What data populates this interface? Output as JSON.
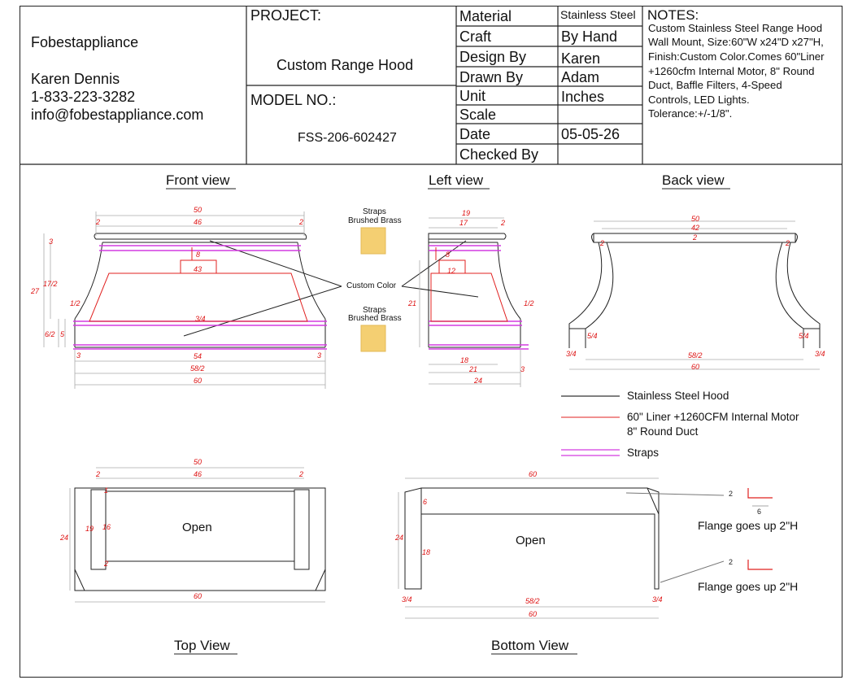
{
  "company": {
    "name": "Fobestappliance",
    "contact_name": "Karen Dennis",
    "phone": "1-833-223-3282",
    "email": "info@fobestappliance.com"
  },
  "project": {
    "label": "PROJECT:",
    "value": "Custom Range Hood",
    "model_label": "MODEL NO.:",
    "model_value": "FSS-206-602427"
  },
  "specs": [
    {
      "label": "Material",
      "value": "Stainless Steel"
    },
    {
      "label": "Craft",
      "value": "By Hand"
    },
    {
      "label": "Design By",
      "value": "Karen"
    },
    {
      "label": "Drawn By",
      "value": "Adam"
    },
    {
      "label": "Unit",
      "value": "Inches"
    },
    {
      "label": "Scale",
      "value": ""
    },
    {
      "label": "Date",
      "value": "05-05-26"
    },
    {
      "label": "Checked By",
      "value": ""
    }
  ],
  "notes": {
    "title": "NOTES:",
    "lines": [
      "Custom Stainless Steel  Range Hood",
      "Wall Mount, Size:60\"W x24\"D x27\"H,",
      "Finish:Custom Color.Comes 60\"Liner",
      "+1260cfm Internal Motor, 8\" Round",
      "Duct, Baffle Filters, 4-Speed",
      "Controls, LED Lights.",
      "Tolerance:+/-1/8\"."
    ]
  },
  "views": {
    "front": "Front view",
    "left": "Left view",
    "back": "Back view",
    "top": "Top View",
    "bottom": "Bottom View"
  },
  "callouts": {
    "straps_top": [
      "Straps",
      "Brushed Brass"
    ],
    "custom_color": "Custom Color",
    "straps_bottom": [
      "Straps",
      "Brushed Brass"
    ],
    "open_top": "Open",
    "open_bottom": "Open",
    "flange_1": "Flange goes up 2\"H",
    "flange_2": "Flange goes up 2\"H"
  },
  "legend": [
    {
      "label": "Stainless Steel  Hood",
      "color": "#000000"
    },
    {
      "label": "60\" Liner +1260CFM Internal Motor",
      "label2": "8\" Round Duct",
      "color": "#e0201f"
    },
    {
      "label": "Straps",
      "color": "#d43be0"
    }
  ],
  "dims": {
    "front": {
      "top_w": "50",
      "inner_w": "46",
      "edge_l": "2",
      "edge_r": "2",
      "h_total": "27",
      "h_body": "17/2",
      "h_band": "1/2",
      "h_lower": "6/2",
      "h_low2": "5",
      "h_top": "3",
      "liner_d": "8",
      "liner_w": "43",
      "strap": "3/4",
      "bot_l": "3",
      "bot_r": "3",
      "bot_w": "54",
      "bot_w2": "58/2",
      "bot_w3": "60"
    },
    "left": {
      "top_w": "19",
      "inner_w": "17",
      "edge": "2",
      "liner_d": "8",
      "liner_w": "12",
      "h": "21",
      "band": "1/2",
      "bot_w": "18",
      "bot_w2": "21",
      "bot_w3": "24",
      "bot_r": "3"
    },
    "back": {
      "w1": "50",
      "w2": "42",
      "c": "2",
      "edge_l": "2",
      "edge_r": "2",
      "leg_l": "5/4",
      "leg_r": "5/4",
      "foot_l": "3/4",
      "foot_r": "3/4",
      "bot_w": "58/2",
      "bot_w2": "60"
    },
    "top": {
      "top_w": "50",
      "inner_w": "46",
      "edge_l": "2",
      "edge_r": "2",
      "d1": "1",
      "d2": "2",
      "h1": "24",
      "h2": "19",
      "h3": "16",
      "bot_w": "60"
    },
    "bottom": {
      "w": "60",
      "d": "6",
      "h": "24",
      "h2": "18",
      "leg_l": "3/4",
      "leg_r": "3/4",
      "inner": "58/2",
      "bot_w": "60",
      "flange_a": "2",
      "flange_b": "6",
      "flange_c": "2"
    }
  }
}
